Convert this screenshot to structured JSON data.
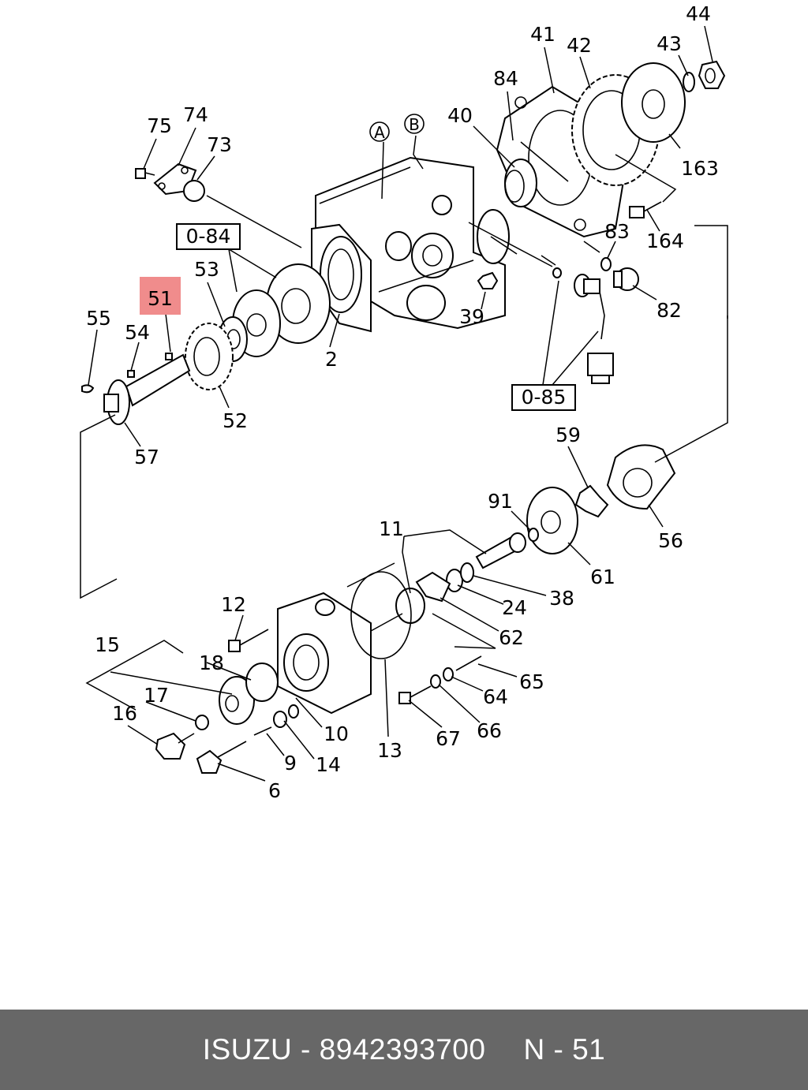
{
  "footer": {
    "brand": "ISUZU",
    "separator": " - ",
    "part_number": "8942393700",
    "ref_prefix": "N - ",
    "ref_number": "51"
  },
  "highlight": {
    "label": "51",
    "color": "#f08c8c"
  },
  "boxed_labels": [
    "0-84",
    "0-85"
  ],
  "circled_labels": [
    "A",
    "B"
  ],
  "callouts": [
    "44",
    "41",
    "42",
    "43",
    "84",
    "40",
    "75",
    "74",
    "73",
    "163",
    "164",
    "83",
    "82",
    "53",
    "39",
    "55",
    "54",
    "2",
    "52",
    "57",
    "59",
    "91",
    "56",
    "11",
    "61",
    "38",
    "12",
    "24",
    "62",
    "15",
    "18",
    "65",
    "17",
    "64",
    "16",
    "10",
    "66",
    "67",
    "9",
    "14",
    "13",
    "6"
  ]
}
